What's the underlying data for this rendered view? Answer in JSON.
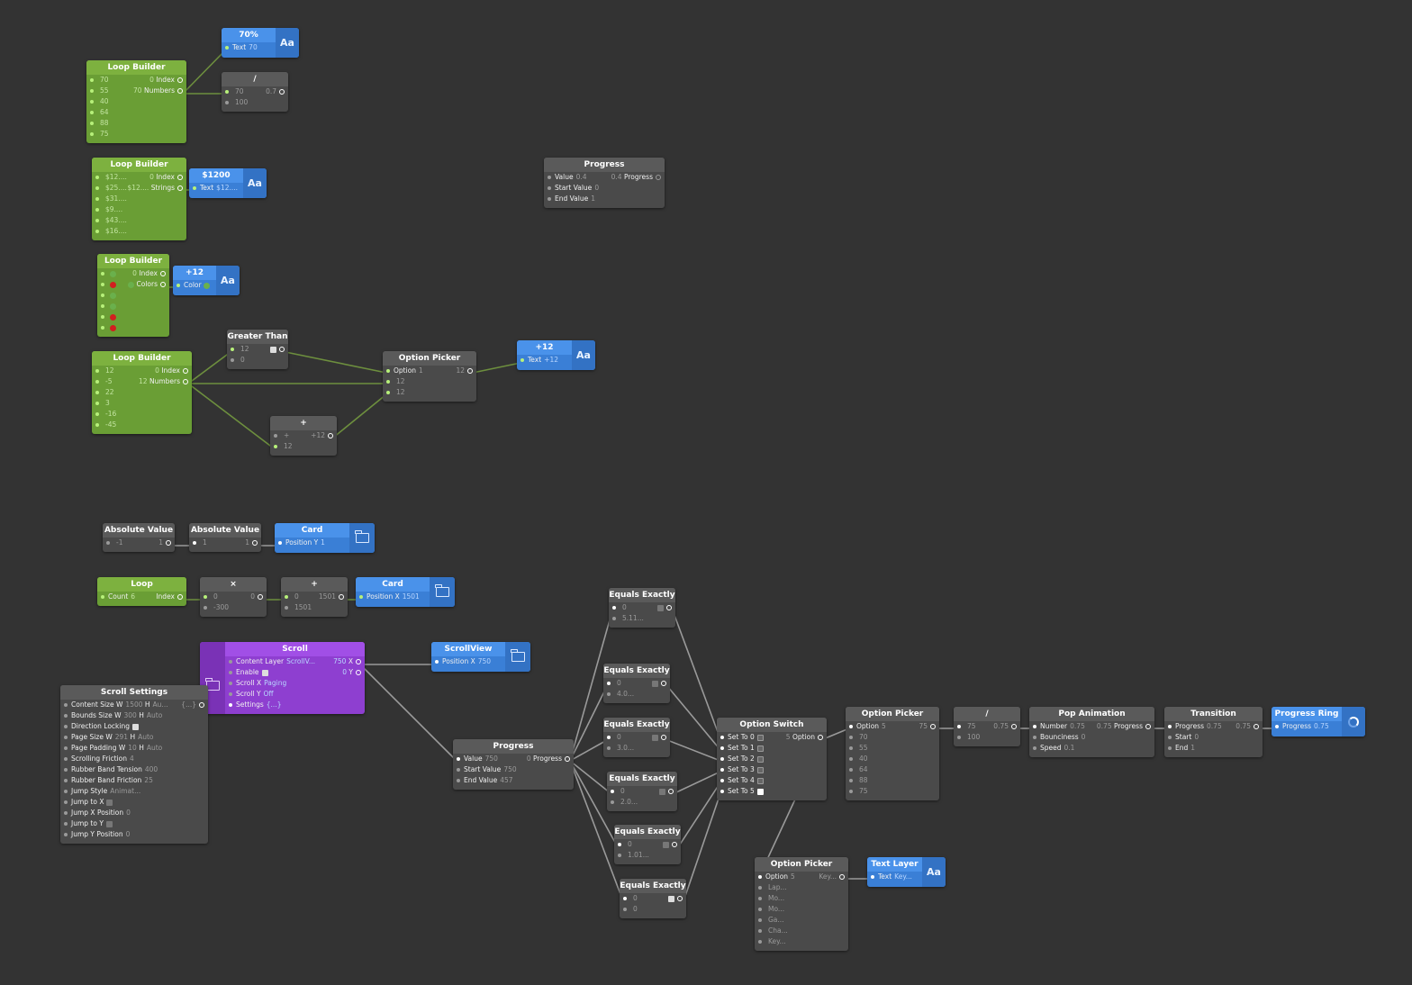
{
  "lb1": {
    "title": "Loop Builder",
    "items": [
      "70",
      "55",
      "40",
      "64",
      "88",
      "75"
    ],
    "index_val": "0",
    "index": "Index",
    "numbers_val": "70",
    "numbers": "Numbers"
  },
  "t70": {
    "title": "70%",
    "text_label": "Text",
    "text_val": "70",
    "aa": "Aa"
  },
  "div1": {
    "title": "/",
    "v1": "70",
    "out": "0.7",
    "v2": "100"
  },
  "lb2": {
    "title": "Loop Builder",
    "items": [
      "$12....",
      "$25....",
      "$31....",
      "$9....",
      "$43....",
      "$16...."
    ],
    "index_val": "0",
    "index": "Index",
    "strings_val": "$12....",
    "strings": "Strings"
  },
  "t1200": {
    "title": "$1200",
    "text_label": "Text",
    "text_val": "$12....",
    "aa": "Aa"
  },
  "progTop": {
    "title": "Progress",
    "value_label": "Value",
    "value": "0.4",
    "start_label": "Start Value",
    "start": "0",
    "end_label": "End Value",
    "end": "1",
    "out_val": "0.4",
    "out": "Progress"
  },
  "lb3": {
    "title": "Loop Builder",
    "colors": [
      "#6ab04c",
      "#d11f1f",
      "#6ab04c",
      "#6ab04c",
      "#d11f1f",
      "#d11f1f"
    ],
    "index_val": "0",
    "index": "Index",
    "colors_label": "Colors"
  },
  "t12a": {
    "title": "+12",
    "color_label": "Color",
    "aa": "Aa"
  },
  "lb4": {
    "title": "Loop Builder",
    "items": [
      "12",
      "-5",
      "22",
      "3",
      "-16",
      "-45"
    ],
    "index_val": "0",
    "index": "Index",
    "numbers_val": "12",
    "numbers": "Numbers"
  },
  "gt": {
    "title": "Greater Than",
    "v1": "12",
    "v2": "0"
  },
  "op1": {
    "title": "Option Picker",
    "option_label": "Option",
    "option": "1",
    "out": "12",
    "v1": "12",
    "v2": "12"
  },
  "t12b": {
    "title": "+12",
    "text_label": "Text",
    "text_val": "+12",
    "aa": "Aa"
  },
  "plus1": {
    "title": "+",
    "v1": "+",
    "out": "+12",
    "v2": "12"
  },
  "abs1": {
    "title": "Absolute Value",
    "v": "-1",
    "out": "1"
  },
  "abs2": {
    "title": "Absolute Value",
    "v": "1",
    "out": "1"
  },
  "card1": {
    "title": "Card",
    "label": "Position Y",
    "val": "1"
  },
  "loop": {
    "title": "Loop",
    "count_label": "Count",
    "count": "6",
    "index": "Index"
  },
  "mul": {
    "title": "×",
    "v1": "0",
    "out": "0",
    "v2": "-300"
  },
  "plus2": {
    "title": "+",
    "v1": "0",
    "out": "1501",
    "v2": "1501"
  },
  "card2": {
    "title": "Card",
    "label": "Position X",
    "val": "1501"
  },
  "scroll": {
    "title": "Scroll",
    "rows": [
      {
        "label": "Content Layer",
        "val": "ScrollV...",
        "out_val": "750",
        "out": "X"
      },
      {
        "label": "Enable",
        "out_val": "0",
        "out": "Y"
      },
      {
        "label": "Scroll X",
        "val": "Paging"
      },
      {
        "label": "Scroll Y",
        "val": "Off"
      },
      {
        "label": "Settings",
        "val": "{...}"
      }
    ]
  },
  "sview": {
    "title": "ScrollView",
    "label": "Position X",
    "val": "750"
  },
  "ss": {
    "title": "Scroll Settings",
    "rows": [
      {
        "label": "Content Size",
        "a": "W",
        "av": "1500",
        "b": "H",
        "bv": "Au...",
        "out": "{...}"
      },
      {
        "label": "Bounds Size",
        "a": "W",
        "av": "300",
        "b": "H",
        "bv": "Auto"
      },
      {
        "label": "Direction Locking"
      },
      {
        "label": "Page Size",
        "a": "W",
        "av": "291",
        "b": "H",
        "bv": "Auto"
      },
      {
        "label": "Page Padding",
        "a": "W",
        "av": "10",
        "b": "H",
        "bv": "Auto"
      },
      {
        "label": "Scrolling Friction",
        "val": "4"
      },
      {
        "label": "Rubber Band Tension",
        "val": "400"
      },
      {
        "label": "Rubber Band Friction",
        "val": "25"
      },
      {
        "label": "Jump Style",
        "val": "Animat..."
      },
      {
        "label": "Jump to X"
      },
      {
        "label": "Jump X Position",
        "val": "0"
      },
      {
        "label": "Jump to Y"
      },
      {
        "label": "Jump Y Position",
        "val": "0"
      }
    ]
  },
  "prog2": {
    "title": "Progress",
    "value_label": "Value",
    "value": "750",
    "start_label": "Start Value",
    "start": "750",
    "end_label": "End Value",
    "end": "457",
    "out_val": "0",
    "out": "Progress"
  },
  "eq": [
    {
      "title": "Equals Exactly",
      "v1": "0",
      "v2": "5.11..."
    },
    {
      "title": "Equals Exactly",
      "v1": "0",
      "v2": "4.0..."
    },
    {
      "title": "Equals Exactly",
      "v1": "0",
      "v2": "3.0..."
    },
    {
      "title": "Equals Exactly",
      "v1": "0",
      "v2": "2.0..."
    },
    {
      "title": "Equals Exactly",
      "v1": "0",
      "v2": "1.01..."
    },
    {
      "title": "Equals Exactly",
      "v1": "0",
      "v2": "0"
    }
  ],
  "osw": {
    "title": "Option Switch",
    "rows": [
      "Set To 0",
      "Set To 1",
      "Set To 2",
      "Set To 3",
      "Set To 4",
      "Set To 5"
    ],
    "out_val": "5",
    "out": "Option"
  },
  "op2": {
    "title": "Option Picker",
    "option_label": "Option",
    "option": "5",
    "out": "75",
    "items": [
      "70",
      "55",
      "40",
      "64",
      "88",
      "75"
    ]
  },
  "div2": {
    "title": "/",
    "v1": "75",
    "out": "0.75",
    "v2": "100"
  },
  "pop": {
    "title": "Pop Animation",
    "number_label": "Number",
    "number": "0.75",
    "bounce_label": "Bounciness",
    "bounce": "0",
    "speed_label": "Speed",
    "speed": "0.1",
    "out_val": "0.75",
    "out": "Progress"
  },
  "trans": {
    "title": "Transition",
    "progress_label": "Progress",
    "progress": "0.75",
    "start_label": "Start",
    "start": "0",
    "end_label": "End",
    "end": "1",
    "out_val": "0.75"
  },
  "ring": {
    "title": "Progress Ring",
    "label": "Progress",
    "val": "0.75"
  },
  "op3": {
    "title": "Option Picker",
    "option_label": "Option",
    "option": "5",
    "out": "Key...",
    "items": [
      "Lap...",
      "Mo...",
      "Mo...",
      "Ga...",
      "Cha...",
      "Key..."
    ]
  },
  "tl": {
    "title": "Text Layer",
    "text_label": "Text",
    "text_val": "Key...",
    "aa": "Aa"
  }
}
